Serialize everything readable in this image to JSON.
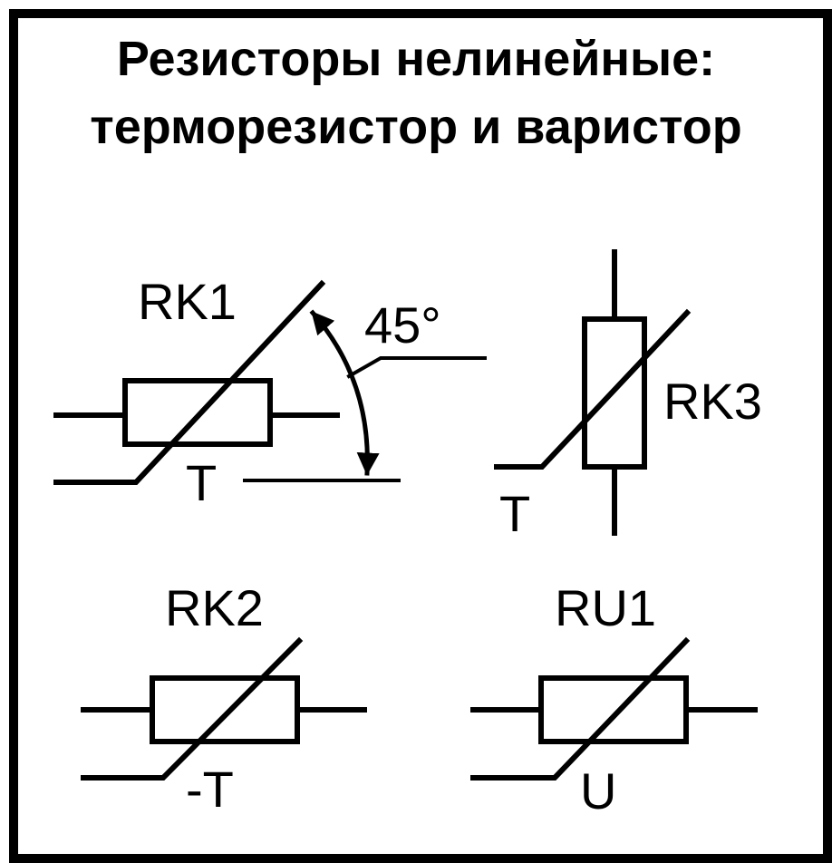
{
  "title": {
    "line1": "Резисторы нелинейные:",
    "line2": "терморезистор и варистор"
  },
  "symbols": {
    "rk1": {
      "designator": "RK1",
      "param": "T",
      "angle": "45°"
    },
    "rk3": {
      "designator": "RK3",
      "param": "T"
    },
    "rk2": {
      "designator": "RK2",
      "param": "-T"
    },
    "ru1": {
      "designator": "RU1",
      "param": "U"
    }
  }
}
